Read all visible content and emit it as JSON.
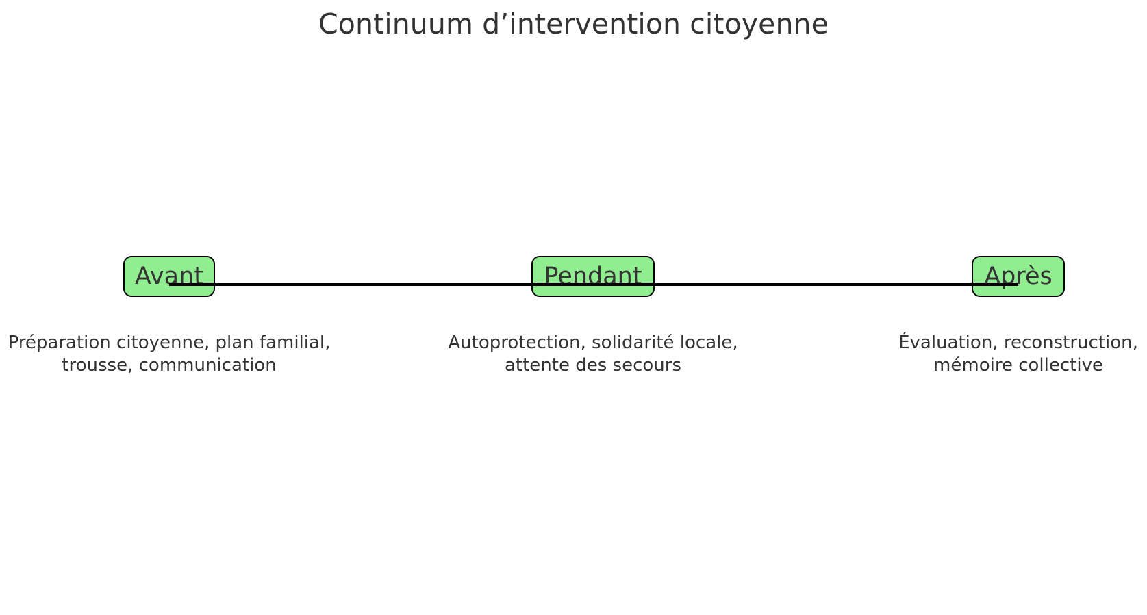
{
  "title": "Continuum d’intervention citoyenne",
  "colors": {
    "node_fill": "#90ee90",
    "node_border": "#000000",
    "text": "#333333",
    "axis_line": "#000000",
    "background": "#ffffff"
  },
  "chart_data": {
    "type": "timeline",
    "title": "Continuum d’intervention citoyenne",
    "orientation": "horizontal",
    "legend": "none",
    "grid": false,
    "categories": [
      "Avant",
      "Pendant",
      "Après"
    ],
    "stages": [
      {
        "label": "Avant",
        "caption_line_1": "Préparation citoyenne, plan familial,",
        "caption_line_2": "trousse, communication",
        "position_pct": 0
      },
      {
        "label": "Pendant",
        "caption_line_1": "Autoprotection, solidarité locale,",
        "caption_line_2": "attente des secours",
        "position_pct": 50
      },
      {
        "label": "Après",
        "caption_line_1": "Évaluation, reconstruction,",
        "caption_line_2": "mémoire collective",
        "position_pct": 100
      }
    ]
  }
}
